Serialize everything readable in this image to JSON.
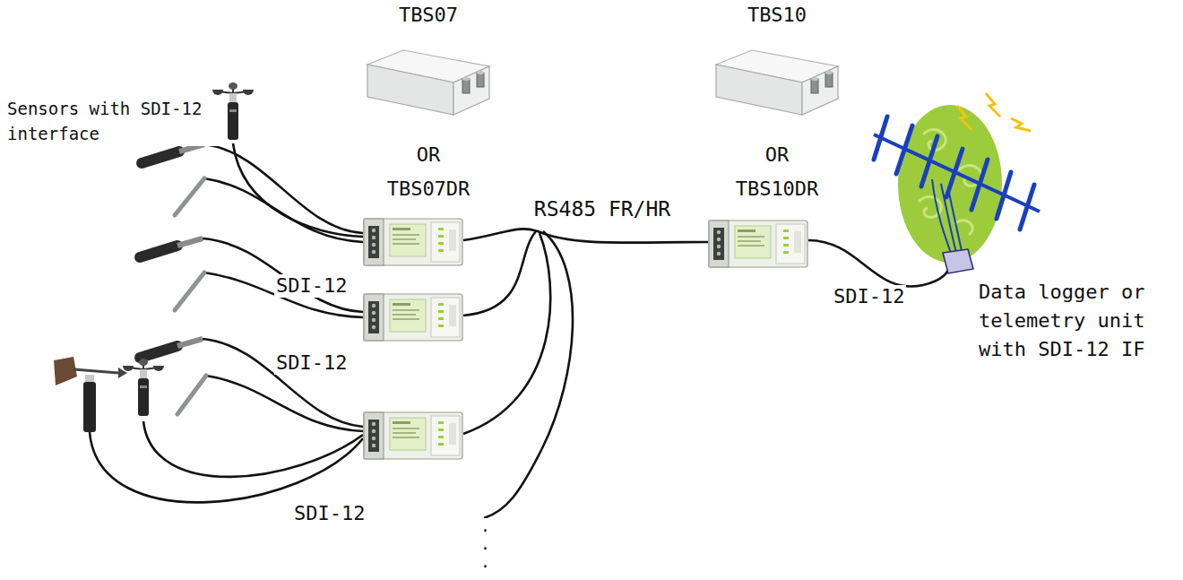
{
  "diagram": {
    "labels": [
      "TBS07",
      "TBS10",
      "Sensors with SDI-12 interface",
      "OR",
      "OR",
      "TBS07DR",
      "RS485 FR/HR",
      "TBS10DR",
      "SDI-12",
      "SDI-12",
      "Data logger or telemetry unit with SDI-12 IF",
      "SDI-12",
      "SDI-12",
      ".",
      ".",
      "."
    ]
  }
}
